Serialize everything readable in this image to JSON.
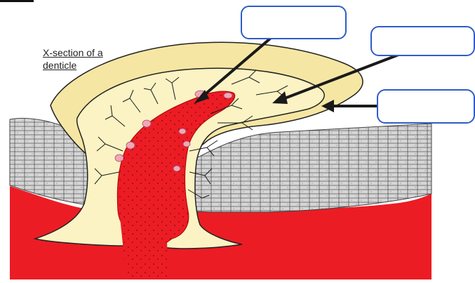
{
  "caption": {
    "line1": "X-section of a",
    "line2": "denticle"
  },
  "label_boxes": [
    {
      "id": "box-top",
      "text": ""
    },
    {
      "id": "box-upper-right",
      "text": ""
    },
    {
      "id": "box-right",
      "text": ""
    }
  ],
  "colors": {
    "pulp_red": "#ec1c24",
    "dentine_cream": "#fbf3c4",
    "enamel_yellow": "#f5e6a3",
    "skin_cells_grey": "#b8b8b8",
    "nerve_black": "#1a1a1a",
    "odontoblast_pink": "#f2a6b8",
    "label_border_blue": "#2f5cc8",
    "arrow_color": "#1a1a1a"
  }
}
